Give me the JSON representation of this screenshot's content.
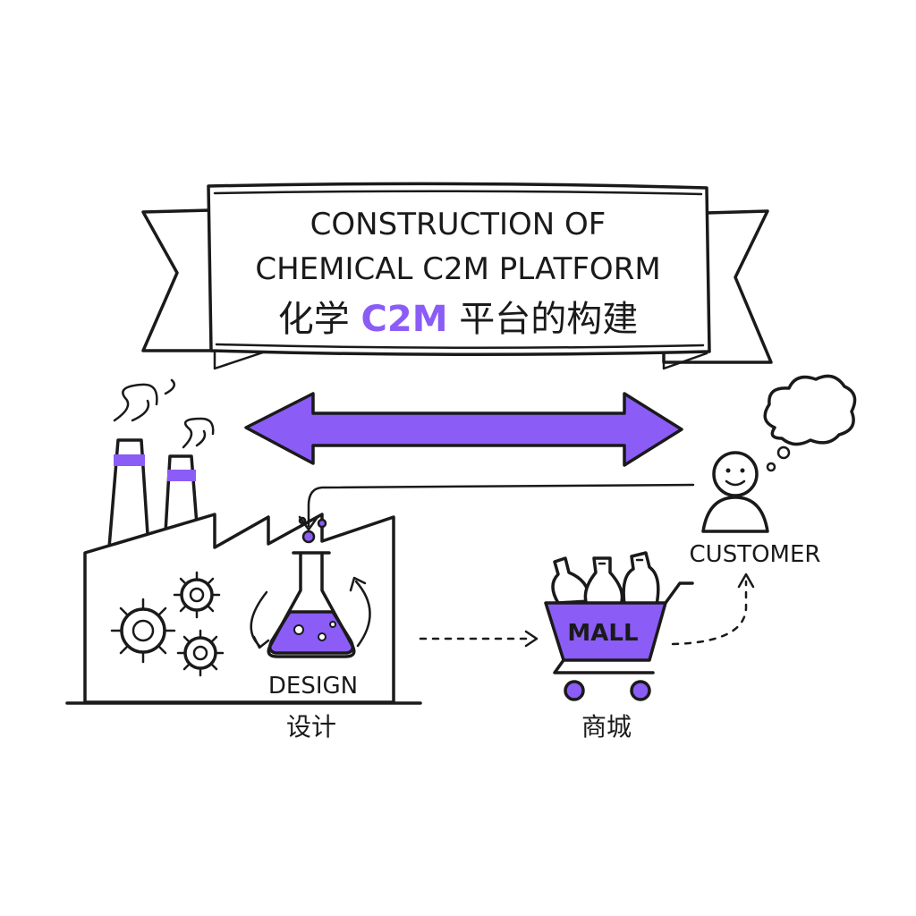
{
  "colors": {
    "accent": "#8b5cf6",
    "ink": "#1a1a1a",
    "background": "#ffffff"
  },
  "banner": {
    "line1": "CONSTRUCTION OF",
    "line2": "CHEMICAL C2M PLATFORM",
    "line3_prefix": "化学 ",
    "line3_highlight": "C2M",
    "line3_suffix": " 平台的构建"
  },
  "factory": {
    "design_label": "DESIGN",
    "cn_label": "设计",
    "icon": "flask-icon"
  },
  "mall": {
    "cart_label": "MALL",
    "cn_label": "商城",
    "icon": "shopping-cart-icon"
  },
  "customer": {
    "label": "CUSTOMER",
    "icon": "person-icon"
  }
}
